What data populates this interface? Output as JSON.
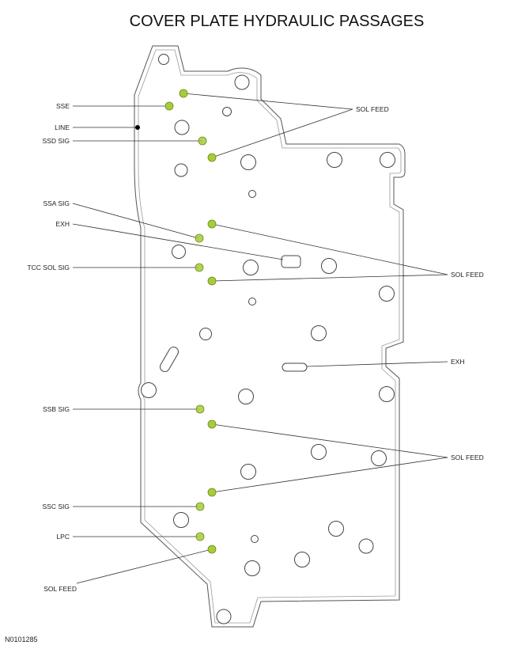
{
  "title": "COVER PLATE HYDRAULIC PASSAGES",
  "figure_id": "N0101285",
  "colors": {
    "passage_fill": "#a6cc3a",
    "line_dot": "#000000",
    "outline": "#555555"
  },
  "labels": {
    "sse": "SSE",
    "line": "LINE",
    "ssd_sig": "SSD SIG",
    "ssa_sig": "SSA SIG",
    "exh_left": "EXH",
    "tcc_sol_sig": "TCC SOL SIG",
    "ssb_sig": "SSB SIG",
    "ssc_sig": "SSC SIG",
    "lpc": "LPC",
    "sol_feed_bottom": "SOL FEED",
    "sol_feed_top": "SOL FEED",
    "sol_feed_mid": "SOL FEED",
    "exh_right": "EXH",
    "sol_feed_low": "SOL FEED"
  }
}
